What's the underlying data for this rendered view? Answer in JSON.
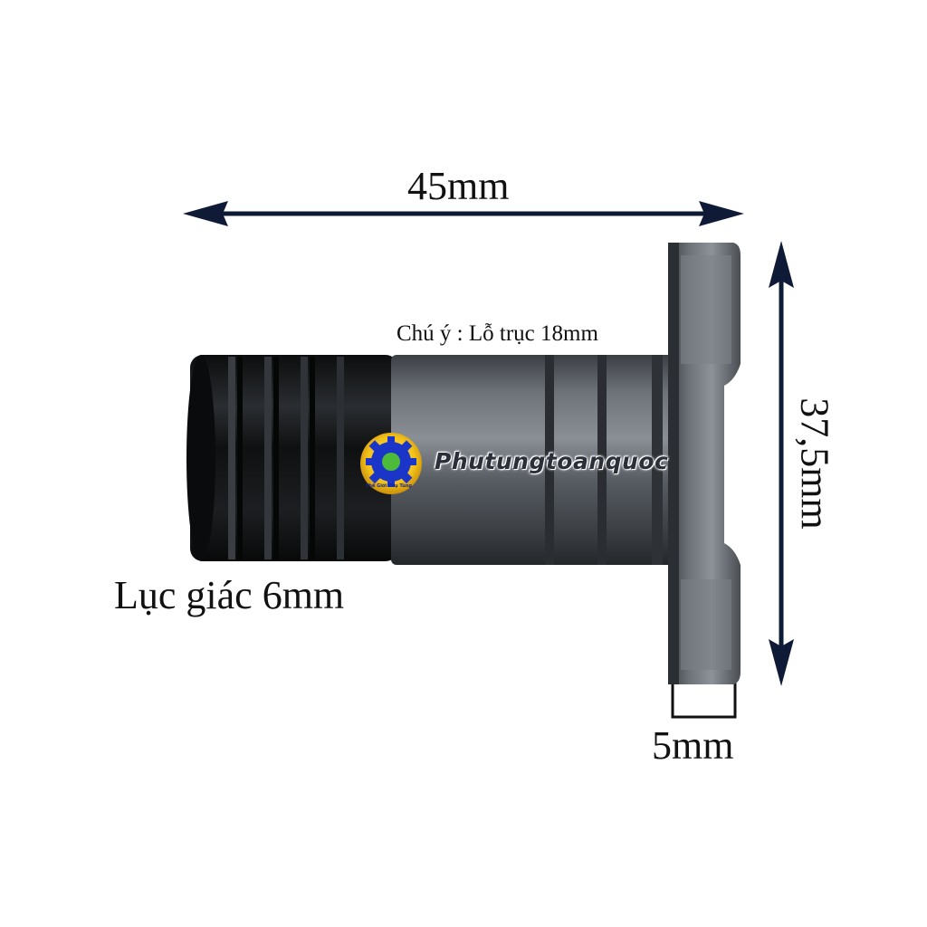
{
  "labels": {
    "overall_length": "45mm",
    "flange_height": "37,5mm",
    "flange_thickness": "5mm",
    "hex_size": "Lục giác 6mm",
    "note": "Chú ý : Lỗ trục 18mm"
  },
  "watermark": {
    "text": "Phutungtoanquoc",
    "logo_slogan": "Thế Giới Phụ Tùng"
  },
  "colors": {
    "arrow": "#0f1b36",
    "steel": "#5b6066",
    "black_part": "#141618",
    "logo_ring": "#f2c21a",
    "logo_gear": "#1a35c8",
    "logo_center": "#4dbb3a"
  },
  "icons": [
    "dimension-arrow-icon",
    "gear-logo-icon"
  ]
}
